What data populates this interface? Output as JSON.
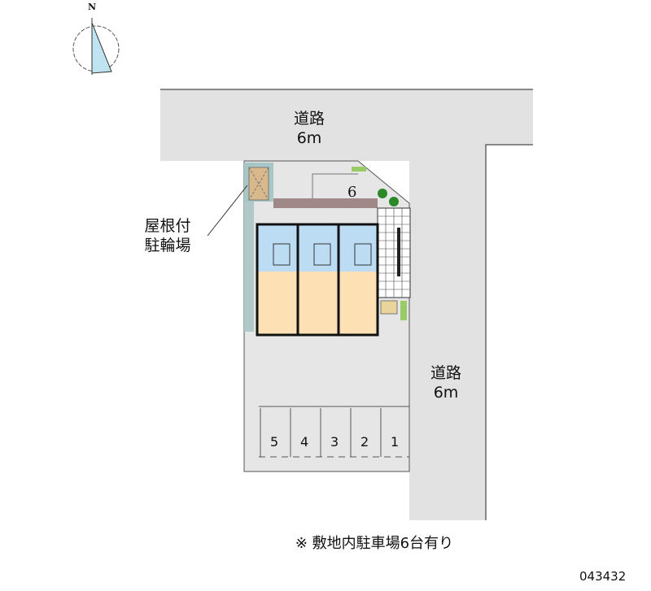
{
  "compass": {
    "north_label": "N"
  },
  "roads": [
    {
      "name": "道路",
      "width": "6m"
    },
    {
      "name": "道路",
      "width": "6m"
    }
  ],
  "bicycle_parking": {
    "line1": "屋根付",
    "line2": "駐輪場"
  },
  "bike_count_label": "6",
  "parking_spaces": [
    "5",
    "4",
    "3",
    "2",
    "1"
  ],
  "note": "※ 敷地内駐車場6台有り",
  "property_code": "043432",
  "colors": {
    "road": "#e2e2e2",
    "wet_area": "#bcdcf4",
    "room": "#fde0b4",
    "bike_shelter": "#d9b98c"
  }
}
